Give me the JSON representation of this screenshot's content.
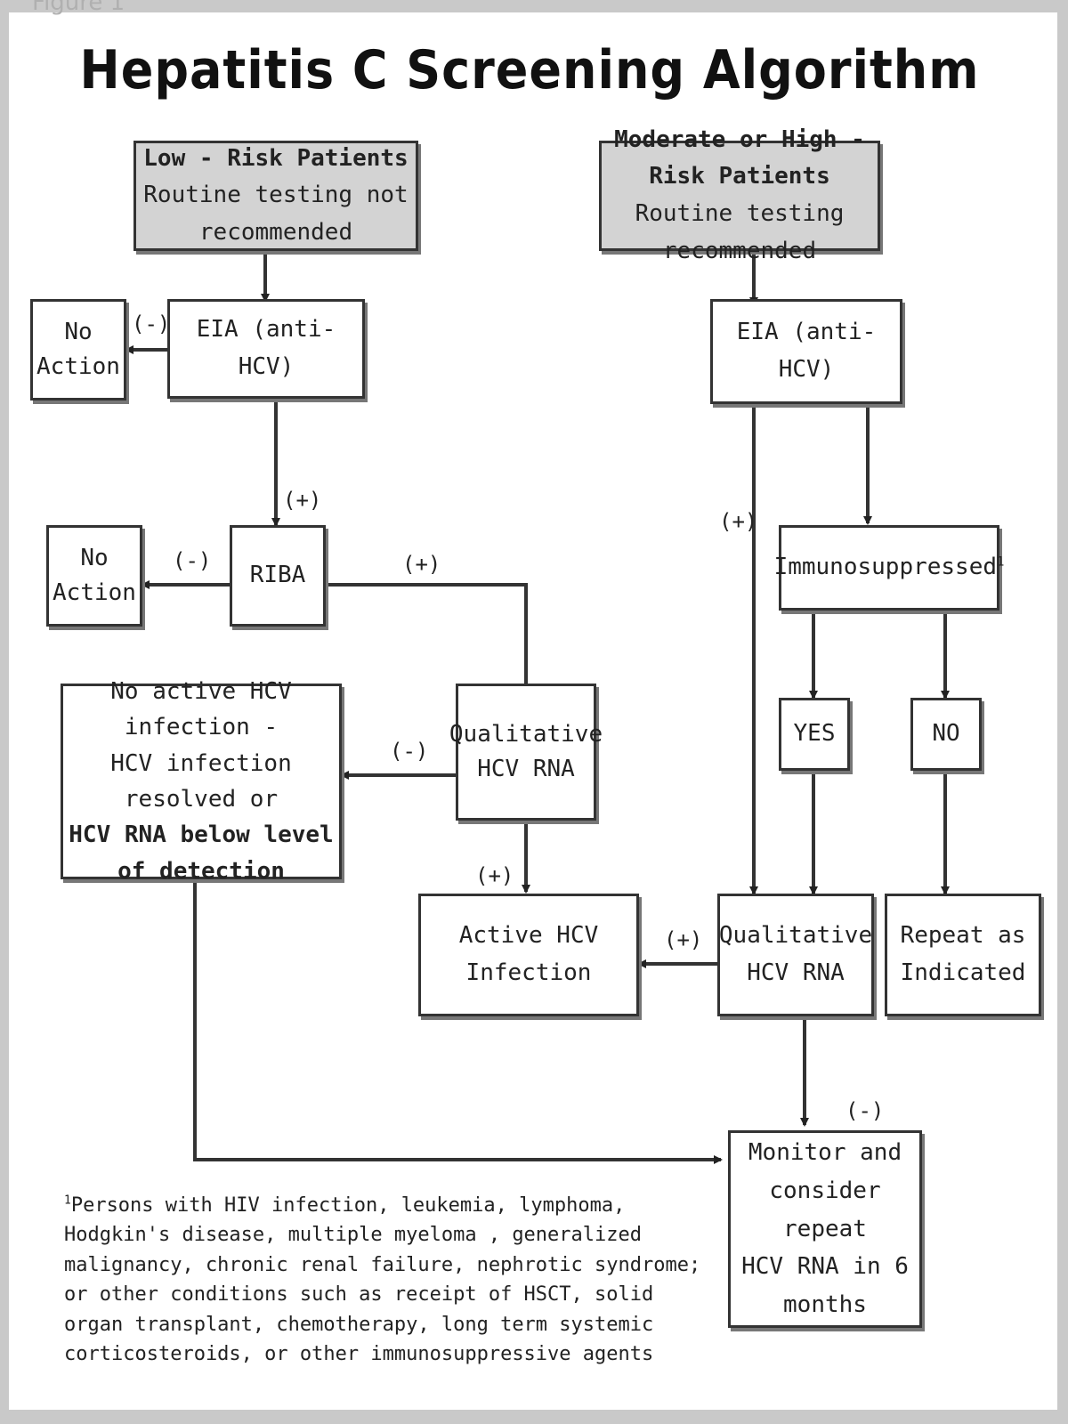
{
  "figure_label": "Figure 1",
  "title": "Hepatitis C Screening Algorithm",
  "nodes": {
    "low_risk": {
      "title": "Low - Risk Patients",
      "subtitle": "Routine testing not recommended"
    },
    "high_risk": {
      "title": "Moderate or High - Risk Patients",
      "subtitle": "Routine testing recommended"
    },
    "eia_left": {
      "text": "EIA (anti-HCV)"
    },
    "eia_right": {
      "text": "EIA (anti-HCV)"
    },
    "no_action_1": {
      "line1": "No",
      "line2": "Action"
    },
    "no_action_2": {
      "line1": "No",
      "line2": "Action"
    },
    "riba": {
      "text": "RIBA"
    },
    "immunosuppressed": {
      "text": "Immunosuppressed",
      "mark": "1"
    },
    "yes": {
      "text": "YES"
    },
    "no": {
      "text": "NO"
    },
    "qual_rna_left": {
      "line1": "Qualitative",
      "line2": "HCV RNA"
    },
    "no_active": {
      "line1": "No active HCV infection -",
      "line2": "HCV infection resolved or",
      "line3": "HCV RNA below level",
      "line4": "of detection"
    },
    "active_hcv": {
      "line1": "Active HCV",
      "line2": "Infection"
    },
    "qual_rna_right": {
      "line1": "Qualitative",
      "line2": "HCV RNA"
    },
    "repeat": {
      "line1": "Repeat as",
      "line2": "Indicated"
    },
    "monitor": {
      "line1": "Monitor and",
      "line2": "consider repeat",
      "line3": "HCV RNA in 6",
      "line4": "months"
    }
  },
  "edge_labels": {
    "neg": "(-)",
    "pos": "(+)"
  },
  "footnote": {
    "mark": "1",
    "text": "Persons with HIV infection, leukemia, lymphoma, Hodgkin's disease, multiple myeloma , generalized malignancy, chronic renal failure, nephrotic syndrome; or other conditions such as receipt of HSCT, solid organ transplant, chemotherapy, long term systemic corticosteroids, or other immunosuppressive agents"
  }
}
